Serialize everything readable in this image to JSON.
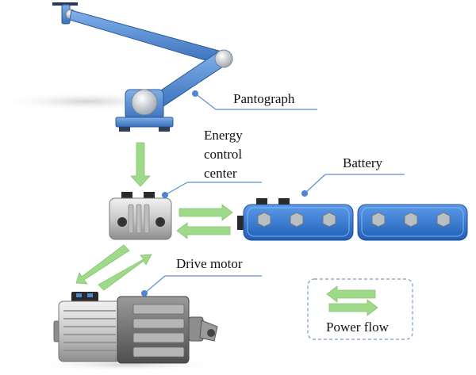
{
  "labels": {
    "pantograph": "Pantograph",
    "energy_center": [
      "Energy",
      "control",
      "center"
    ],
    "battery": "Battery",
    "drive_motor": "Drive motor",
    "legend": "Power flow"
  },
  "colors": {
    "arm_blue": "#4f86cf",
    "battery_blue": "#2f73c9",
    "arrow_green": "#9fd98a",
    "leader_line": "#5b8fd1",
    "legend_border": "#7a9bc4"
  },
  "icons": {
    "pantograph": "robot-arm-icon",
    "energy_center": "controller-box-icon",
    "battery": "battery-pack-icon",
    "drive_motor": "electric-motor-icon"
  }
}
